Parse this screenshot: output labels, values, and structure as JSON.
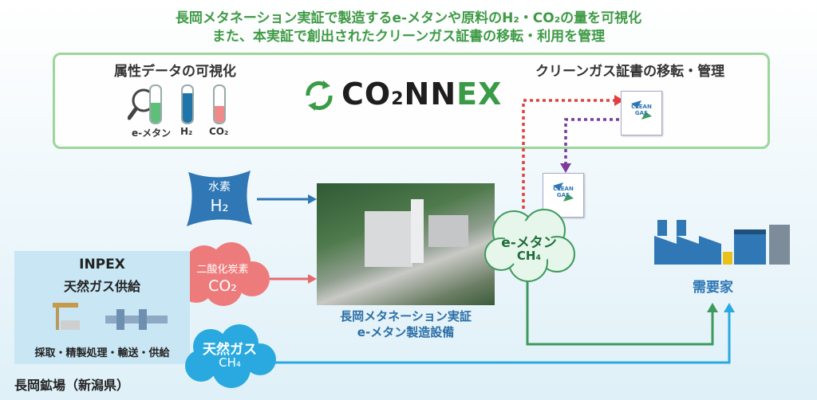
{
  "header": {
    "line1": "長岡メタネーション実証で製造するe-メタンや原料のH₂・CO₂の量を可視化",
    "line2": "また、本実証で創出されたクリーンガス証書の移転・利用を管理"
  },
  "panel": {
    "left_title": "属性データの可視化",
    "right_title": "クリーンガス証書の移転・管理",
    "tubes": [
      {
        "label": "e-メタン",
        "fill_fraction": 0.55,
        "color": "#5fbf7a"
      },
      {
        "label": "H₂",
        "fill_fraction": 0.8,
        "color": "#1f74a8"
      },
      {
        "label": "CO₂",
        "fill_fraction": 0.45,
        "color": "#f08a8a"
      }
    ],
    "logo": {
      "prefix": "CO",
      "sub": "2",
      "mid": "NN",
      "suffix": "EX"
    }
  },
  "certificate": {
    "line1": "CLEAN",
    "line2": "GAS"
  },
  "h2_blob": {
    "title": "水素",
    "formula": "H₂",
    "color": "#2f77b5"
  },
  "co2_blob": {
    "title": "二酸化炭素",
    "formula": "CO₂",
    "color": "#ee7b7b"
  },
  "plant": {
    "line1": "長岡メタネーション実証",
    "line2": "e-メタン製造設備"
  },
  "emethane_cloud": {
    "title": "e-メタン",
    "formula": "CH₄"
  },
  "inpex": {
    "title": "INPEX",
    "subtitle": "天然ガス供給",
    "process": "採取・精製処理・輸送・供給",
    "field": "長岡鉱場（新潟県）"
  },
  "natgas_cloud": {
    "title": "天然ガス",
    "formula": "CH₄"
  },
  "consumer": {
    "label": "需要家"
  },
  "colors": {
    "green_header": "#3f9a45",
    "blue_arrow": "#2f77b5",
    "green_arrow": "#3d9a5c",
    "cyan_line": "#29a9df",
    "red_dotted": "#e04040",
    "purple_dotted": "#7a3c9a"
  }
}
